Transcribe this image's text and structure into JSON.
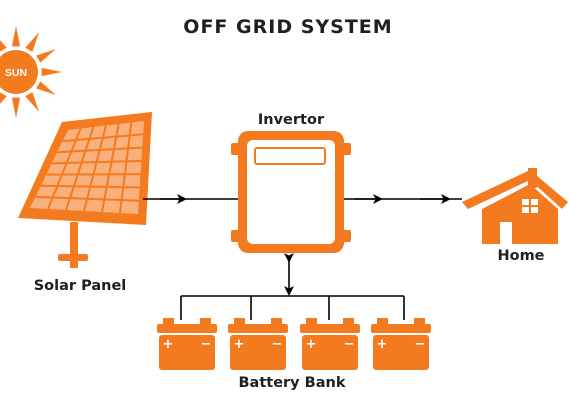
{
  "title": "OFF GRID SYSTEM",
  "sun": {
    "label": "SUN"
  },
  "solar_panel": {
    "label": "Solar Panel"
  },
  "inverter": {
    "label": "Invertor"
  },
  "home": {
    "label": "Home"
  },
  "battery_bank": {
    "label": "Battery Bank",
    "terminal_plus": "+",
    "terminal_minus": "−",
    "count": 4
  },
  "colors": {
    "accent": "#f47a20",
    "ink": "#1f1f1f",
    "line": "#000000",
    "background": "#ffffff"
  }
}
